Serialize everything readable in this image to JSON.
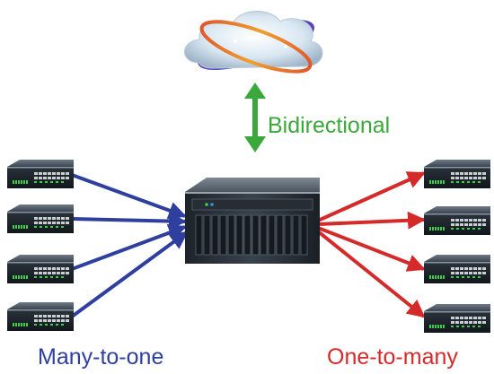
{
  "labels": {
    "bidirectional": "Bidirectional",
    "many_to_one": "Many-to-one",
    "one_to_many": "One-to-many"
  },
  "colors": {
    "bidirectional": "#3aa83a",
    "many_to_one": "#2e3f9e",
    "one_to_many": "#d42a2a"
  },
  "icons": {
    "cloud": "cloud-icon",
    "server": "server-icon",
    "switch": "network-switch-icon"
  }
}
